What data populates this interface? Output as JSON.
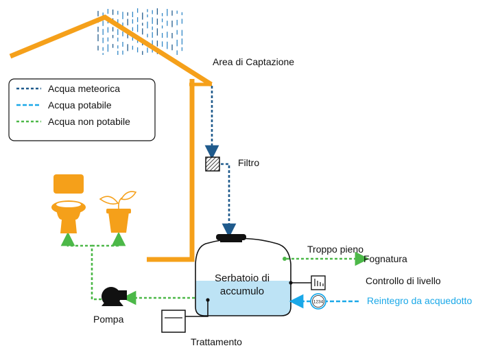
{
  "colors": {
    "house": "#f5a01a",
    "rain": "#1f5a8c",
    "potable": "#1aa8e8",
    "non_potable": "#4cb848",
    "water_fill": "#bde3f5",
    "outline": "#111111"
  },
  "legend": {
    "items": [
      {
        "label": "Acqua meteorica",
        "color_key": "rain"
      },
      {
        "label": "Acqua potabile",
        "color_key": "potable"
      },
      {
        "label": "Acqua non potabile",
        "color_key": "non_potable"
      }
    ]
  },
  "labels": {
    "catchment_area": "Area di Captazione",
    "filter": "Filtro",
    "overflow": "Troppo pieno",
    "sewer": "Fognatura",
    "level_control": "Controllo di livello",
    "mains_refill": "Reintegro da acquedotto",
    "tank_line1": "Serbatoio di",
    "tank_line2": "accumulo",
    "pump": "Pompa",
    "treatment": "Trattamento",
    "meter_digits": "1234"
  },
  "icons": {
    "rain": "rain-drops-icon",
    "filter": "filter-icon",
    "toilet": "toilet-icon",
    "plant": "plant-pot-icon",
    "pump": "pump-icon",
    "treatment": "treatment-unit-icon",
    "level_sensor": "level-gauge-icon",
    "water_meter": "water-meter-icon"
  }
}
